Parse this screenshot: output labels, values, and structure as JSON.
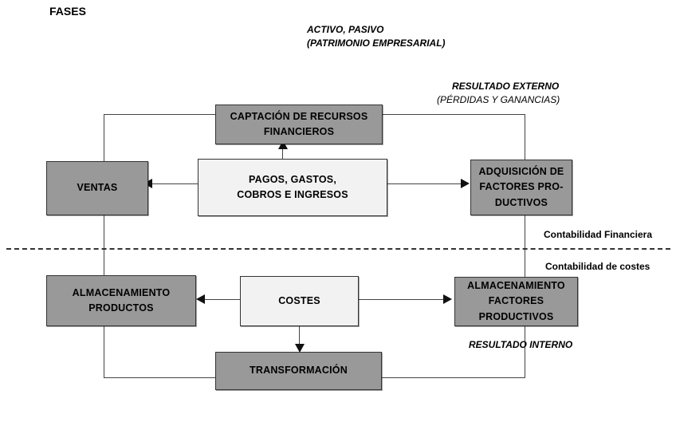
{
  "diagram": {
    "title": "FASES",
    "annotations": {
      "activo_line1": "ACTIVO, PASIVO",
      "activo_line2": "(PATRIMONIO EMPRESARIAL)",
      "resultado_externo_line1": "RESULTADO EXTERNO",
      "resultado_externo_line2": "(PÉRDIDAS Y GANANCIAS)",
      "contabilidad_financiera": "Contabilidad Financiera",
      "contabilidad_costes": "Contabilidad de costes",
      "resultado_interno": "RESULTADO INTERNO"
    },
    "boxes": [
      {
        "id": "captacion",
        "lines": [
          "CAPTACIÓN DE RECURSOS",
          "FINANCIEROS"
        ],
        "fill": "#999999"
      },
      {
        "id": "ventas",
        "lines": [
          "VENTAS"
        ],
        "fill": "#999999"
      },
      {
        "id": "pagos",
        "lines": [
          "PAGOS, GASTOS,",
          "COBROS E INGRESOS"
        ],
        "fill": "#f2f2f2"
      },
      {
        "id": "adquisicion",
        "lines": [
          "ADQUISICIÓN DE",
          "FACTORES PRO-",
          "DUCTIVOS"
        ],
        "fill": "#999999"
      },
      {
        "id": "almacenamiento-productos",
        "lines": [
          "ALMACENAMIENTO",
          "PRODUCTOS"
        ],
        "fill": "#999999"
      },
      {
        "id": "costes",
        "lines": [
          "COSTES"
        ],
        "fill": "#f2f2f2"
      },
      {
        "id": "almacenamiento-factores",
        "lines": [
          "ALMACENAMIENTO",
          "FACTORES",
          "PRODUCTIVOS"
        ],
        "fill": "#999999"
      },
      {
        "id": "transformacion",
        "lines": [
          "TRANSFORMACIÓN"
        ],
        "fill": "#999999"
      }
    ],
    "colors": {
      "box_gray": "#999999",
      "box_light": "#f2f2f2",
      "line": "#444444",
      "text": "#000000",
      "background": "#ffffff"
    },
    "separator": {
      "style": "dashed",
      "above_label": "Contabilidad Financiera",
      "below_label": "Contabilidad de costes"
    }
  }
}
